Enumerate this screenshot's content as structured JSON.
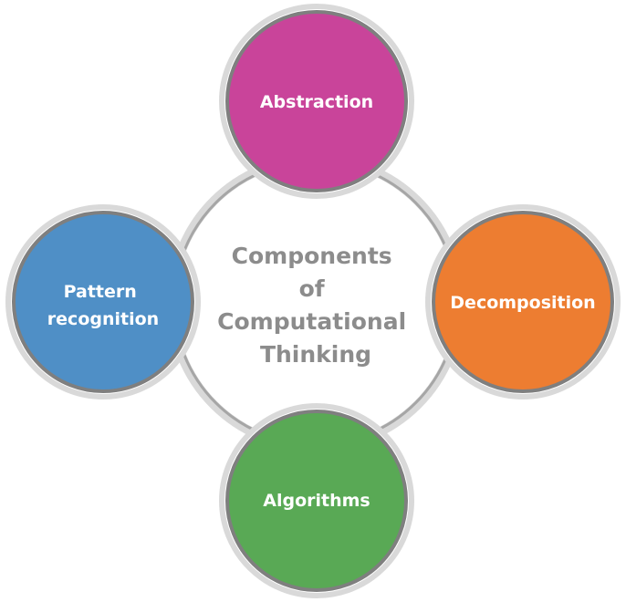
{
  "center": {
    "lines": [
      "Components",
      "of",
      "Computational",
      "Thinking"
    ],
    "text_color": "#8c8c8c",
    "ring_color": "#a6a6a6"
  },
  "nodes": [
    {
      "id": "abstraction",
      "lines": [
        "Abstraction"
      ],
      "color": "#c9449a"
    },
    {
      "id": "decomposition",
      "lines": [
        "Decomposition"
      ],
      "color": "#ed7d31"
    },
    {
      "id": "algorithms",
      "lines": [
        "Algorithms"
      ],
      "color": "#59a955"
    },
    {
      "id": "pattern-recognition",
      "lines": [
        "Pattern",
        "recognition"
      ],
      "color": "#4f8fc6"
    }
  ]
}
